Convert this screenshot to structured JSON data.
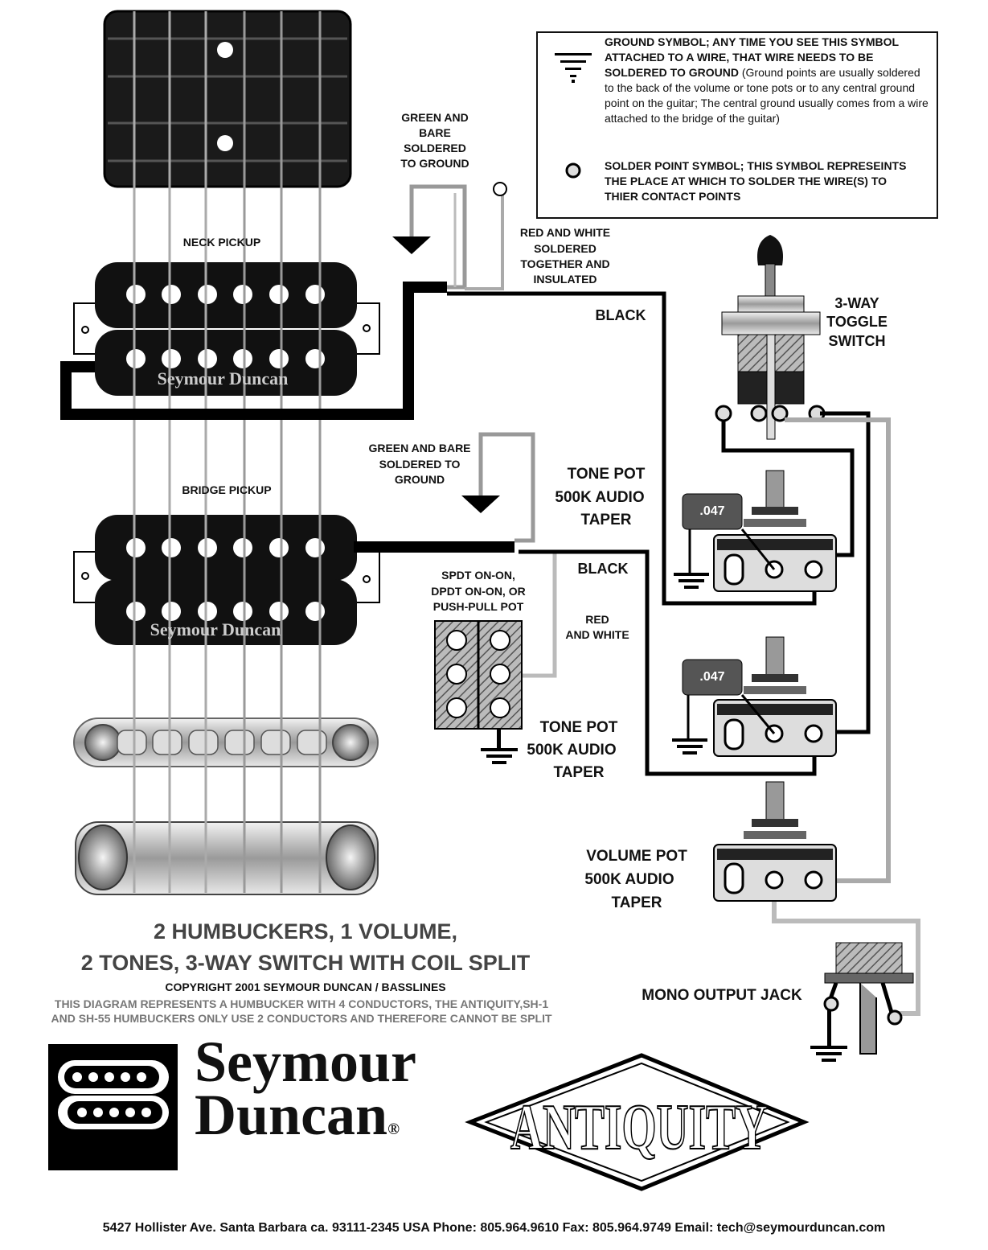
{
  "legend": {
    "ground_title": "GROUND SYMBOL; ANY TIME YOU SEE THIS SYMBOL ATTACHED TO A WIRE, THAT WIRE NEEDS TO BE SOLDERED TO GROUND",
    "ground_detail": "(Ground points are usually soldered to the back of the volume or tone pots or to any central ground point on the guitar; The central ground usually comes from a wire attached to the bridge of the guitar)",
    "solder_title": "SOLDER POINT SYMBOL; THIS SYMBOL REPRESEINTS THE PLACE AT WHICH TO SOLDER THE WIRE(S) TO THIER CONTACT POINTS"
  },
  "labels": {
    "neck_pickup": "NECK PICKUP",
    "bridge_pickup": "BRIDGE PICKUP",
    "pickup_brand": "Seymour Duncan",
    "green_bare_1": [
      "GREEN AND",
      "BARE",
      "SOLDERED",
      "TO GROUND"
    ],
    "red_white_1": [
      "RED AND WHITE",
      "SOLDERED",
      "TOGETHER AND",
      "INSULATED"
    ],
    "black_1": "BLACK",
    "toggle": [
      "3-WAY",
      "TOGGLE",
      "SWITCH"
    ],
    "green_bare_2": [
      "GREEN AND BARE",
      "SOLDERED TO",
      "GROUND"
    ],
    "tone_pot_1": [
      "TONE POT",
      "500K AUDIO",
      "TAPER"
    ],
    "black_2": "BLACK",
    "spdt": [
      "SPDT ON-ON,",
      "DPDT ON-ON, OR",
      "PUSH-PULL POT"
    ],
    "red_white_2": [
      "RED",
      "AND WHITE"
    ],
    "tone_pot_2": [
      "TONE POT",
      "500K AUDIO",
      "TAPER"
    ],
    "cap_1": ".047",
    "cap_2": ".047",
    "volume_pot": [
      "VOLUME POT",
      "500K AUDIO",
      "TAPER"
    ],
    "output_jack": "MONO OUTPUT JACK"
  },
  "title": {
    "line1": "2 HUMBUCKERS, 1 VOLUME,",
    "line2": "2 TONES, 3-WAY SWITCH WITH COIL SPLIT",
    "copyright": "COPYRIGHT 2001 SEYMOUR DUNCAN / BASSLINES",
    "note1": "THIS DIAGRAM REPRESENTS A HUMBUCKER WITH 4 CONDUCTORS, THE ANTIQUITY,SH-1",
    "note2": "AND SH-55 HUMBUCKERS ONLY USE 2 CONDUCTORS AND THEREFORE CANNOT BE SPLIT"
  },
  "brand": {
    "line1": "Seymour",
    "line2": "Duncan",
    "registered": "®",
    "antiquity": "ANTIQUITY"
  },
  "footer": "5427 Hollister Ave. Santa Barbara ca. 93111-2345 USA  Phone: 805.964.9610  Fax: 805.964.9749   Email: tech@seymourduncan.com"
}
